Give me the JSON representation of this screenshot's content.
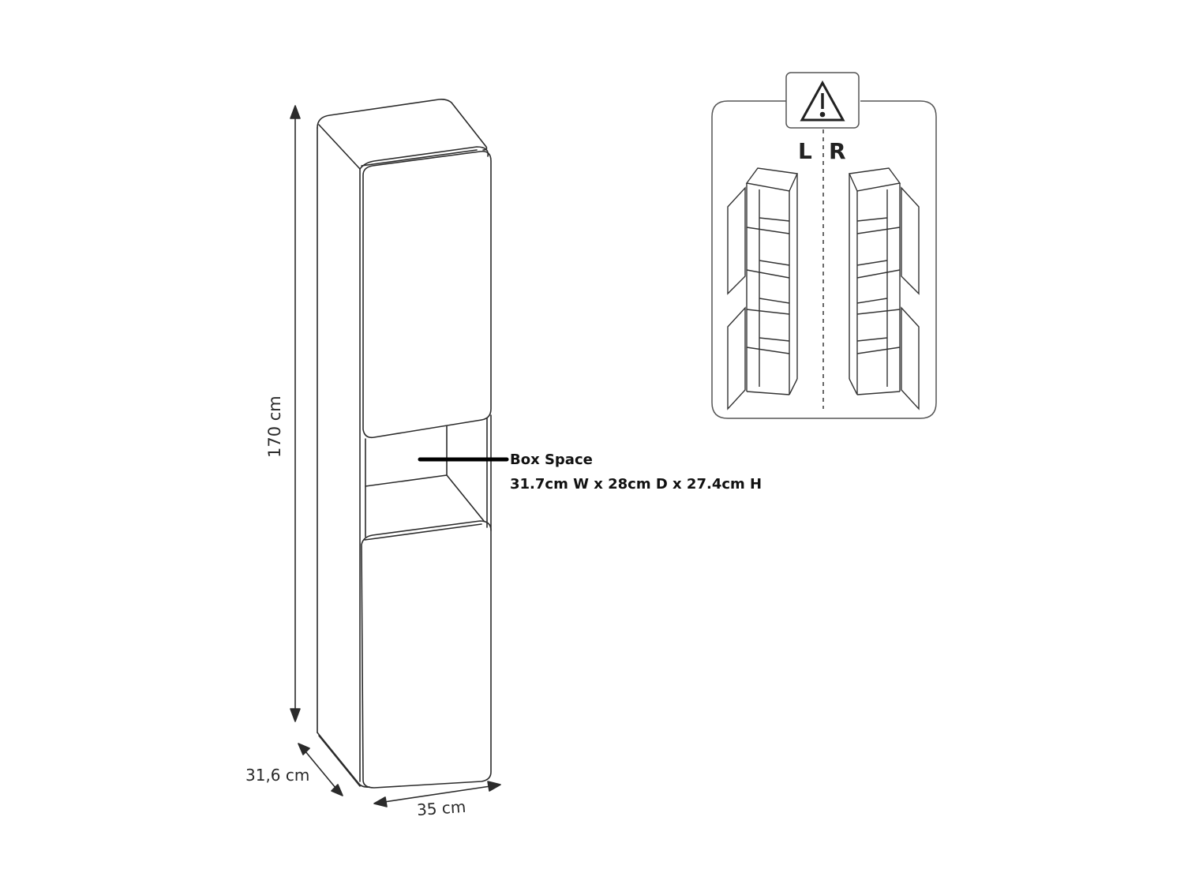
{
  "diagram": {
    "subject": "Tall bathroom cabinet with two doors and open middle compartment",
    "dimensions": {
      "height_label": "170 cm",
      "depth_label": "31,6 cm",
      "width_label": "35 cm"
    },
    "callout": {
      "title": "Box Space",
      "dims": "31.7cm W x 28cm D x 27.4cm H"
    },
    "orientation_panel": {
      "icon": "warning-icon",
      "left_label": "L",
      "right_label": "R"
    },
    "colors": {
      "line": "#2b2b2b",
      "callout_line": "#000000",
      "panel_border": "#555555"
    }
  }
}
